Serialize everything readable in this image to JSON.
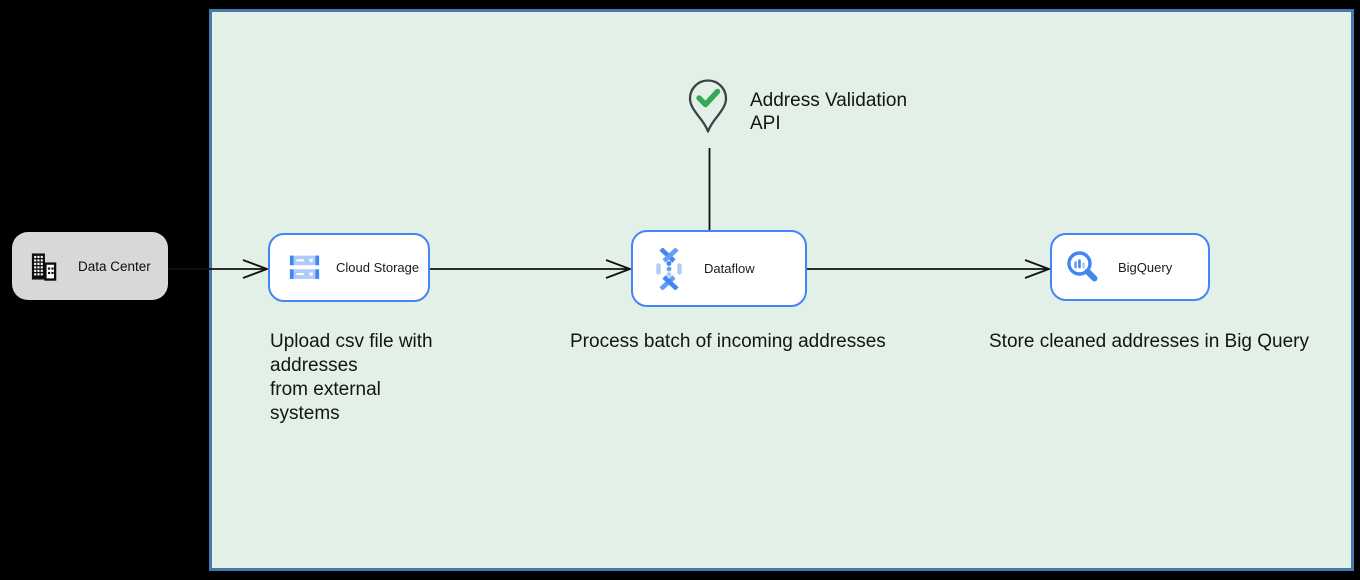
{
  "diagram": {
    "external": {
      "data_center_label": "Data Center"
    },
    "nodes": {
      "cloud_storage": {
        "label": "Cloud Storage"
      },
      "dataflow": {
        "label": "Dataflow"
      },
      "bigquery": {
        "label": "BigQuery"
      }
    },
    "annotation": {
      "line1": "Address Validation",
      "line2": "API"
    },
    "captions": {
      "upload_line1": "Upload csv file with",
      "upload_line2": "addresses",
      "upload_line3": "from external",
      "upload_line4": "systems",
      "process": "Process batch of incoming addresses",
      "store": "Store cleaned addresses in Big Query"
    },
    "icons": {
      "data_center": "office-building-icon",
      "cloud_storage": "cloud-storage-buckets-icon",
      "dataflow": "dataflow-pipeline-icon",
      "bigquery": "bigquery-magnifier-icon",
      "address_validation": "map-pin-check-icon"
    },
    "colors": {
      "canvas_bg": "#000000",
      "zone_fill": "#e2f0e7",
      "zone_border": "#4579ad",
      "node_fill": "#ffffff",
      "node_border": "#4285f4",
      "external_fill": "#d8d8d8",
      "icon_blue": "#4285f4",
      "icon_blue_mid": "#669df6",
      "icon_blue_light": "#aecbfa",
      "check_green": "#34a853",
      "pin_outline": "#3d4347",
      "arrow": "#111111"
    }
  }
}
